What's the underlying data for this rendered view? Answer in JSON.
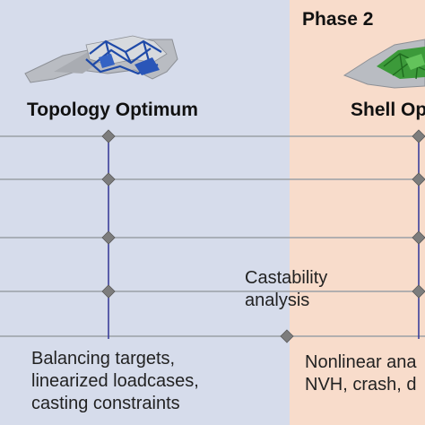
{
  "phase2": {
    "label": "Phase 2"
  },
  "columns": [
    {
      "heading": "Topology Optimum"
    },
    {
      "heading": "Shell Op"
    }
  ],
  "notes": {
    "castability": [
      "Castability",
      "analysis"
    ],
    "bottom_left": [
      "Balancing targets,",
      "linearized loadcases,",
      "casting constraints"
    ],
    "bottom_right": [
      "Nonlinear ana",
      "NVH, crash, d"
    ]
  },
  "colors": {
    "phase1_background": "#d6dceb",
    "phase2_background": "#f8dccb",
    "timeline_line": "#3b3f9a",
    "milestone_diamond": "#7d7d7d",
    "guide_line": "#9aa0a6"
  },
  "icons": [
    "topology-casting-model-image",
    "shell-casting-model-image"
  ]
}
